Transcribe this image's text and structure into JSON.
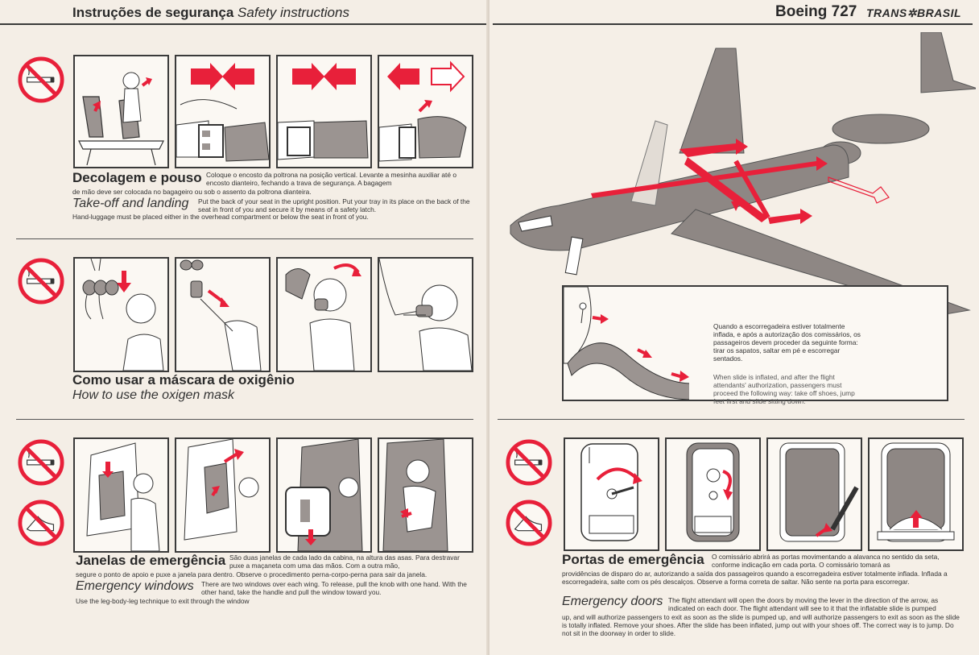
{
  "header": {
    "left_title_pt": "Instruções de segurança",
    "left_title_en": "Safety instructions",
    "right_model": "Boeing 727",
    "brand_part1": "TRANS",
    "brand_part2": "BRASIL"
  },
  "sections": {
    "takeoff": {
      "title_pt": "Decolagem e pouso",
      "text_pt_1": "Coloque o encosto da poltrona na posição vertical. Levante a mesinha auxiliar até o encosto dianteiro, fechando a trava de segurança. A bagagem",
      "text_pt_2": "de mão deve ser colocada no bagageiro ou sob o assento da poltrona dianteira.",
      "title_en": "Take-off and landing",
      "text_en_1": "Put the back of your seat in the upright position. Put your tray in its place on the back of the seat in front of you and secure it by means of a safety latch.",
      "text_en_2": "Hand-luggage must be placed either in the overhead compartment or below the seat in front of you."
    },
    "oxygen": {
      "title_pt": "Como usar a máscara de oxigênio",
      "title_en": "How to use the oxigen mask"
    },
    "windows": {
      "title_pt": "Janelas de emergência",
      "text_pt_1": "São duas janelas de cada lado da cabina, na altura das asas. Para destravar puxe a maçaneta com uma das mãos. Com a outra mão,",
      "text_pt_2": "segure o ponto de apoio e puxe a janela para dentro. Observe o procedimento perna-corpo-perna para sair da janela.",
      "title_en": "Emergency windows",
      "text_en_1": "There are two windows over each wing. To release, pull the knob with one hand. With the other hand, take the handle and pull the window toward you.",
      "text_en_2": "Use the leg-body-leg technique to exit through the window"
    },
    "slide": {
      "text_pt": "Quando a escorregadeira estiver totalmente inflada, e após a autorização dos comissários, os passageiros devem proceder da seguinte forma: tirar os sapatos, saltar em pé e escorregar sentados.",
      "text_en": "When slide is inflated, and after the flight attendants' authorization, passengers must proceed the following way: take off shoes, jump feet first and slide sitting down."
    },
    "doors": {
      "title_pt": "Portas de emergência",
      "text_pt_1": "O comissário abrirá as portas movimentando a alavanca no sentido da seta, conforme indicação em cada porta. O comissário tomará as",
      "text_pt_2": "providências de disparo do ar, autorizando a saída dos passageiros quando a escorregadeira estiver totalmente inflada. Inflada a escorregadeira, salte com os pés descalços. Observe a forma correta de saltar. Não sente na porta para escorregar.",
      "title_en": "Emergency doors",
      "text_en_1": "The flight attendant will open the doors by moving the lever in the direction of the arrow, as indicated on each door. The flight attendant will see to it that the inflatable slide is pumped",
      "text_en_2": "up, and will authorize passengers to exit as soon as the slide is pumped up, and will authorize passengers to exit as soon as the slide is totally inflated. Remove your shoes. After the slide has been inflated, jump out with your shoes off. The correct way is to jump. Do not sit in the doorway in order to slide."
    }
  },
  "colors": {
    "accent": "#e8203a",
    "ink": "#2f2f2f",
    "fuselage": "#8e8784"
  },
  "icons": [
    "no-smoking-icon",
    "no-heels-icon",
    "seat-icon",
    "seatbelt-icon",
    "oxygen-mask-icon",
    "window-icon",
    "door-icon",
    "airplane-diagram-icon",
    "slide-icon"
  ]
}
